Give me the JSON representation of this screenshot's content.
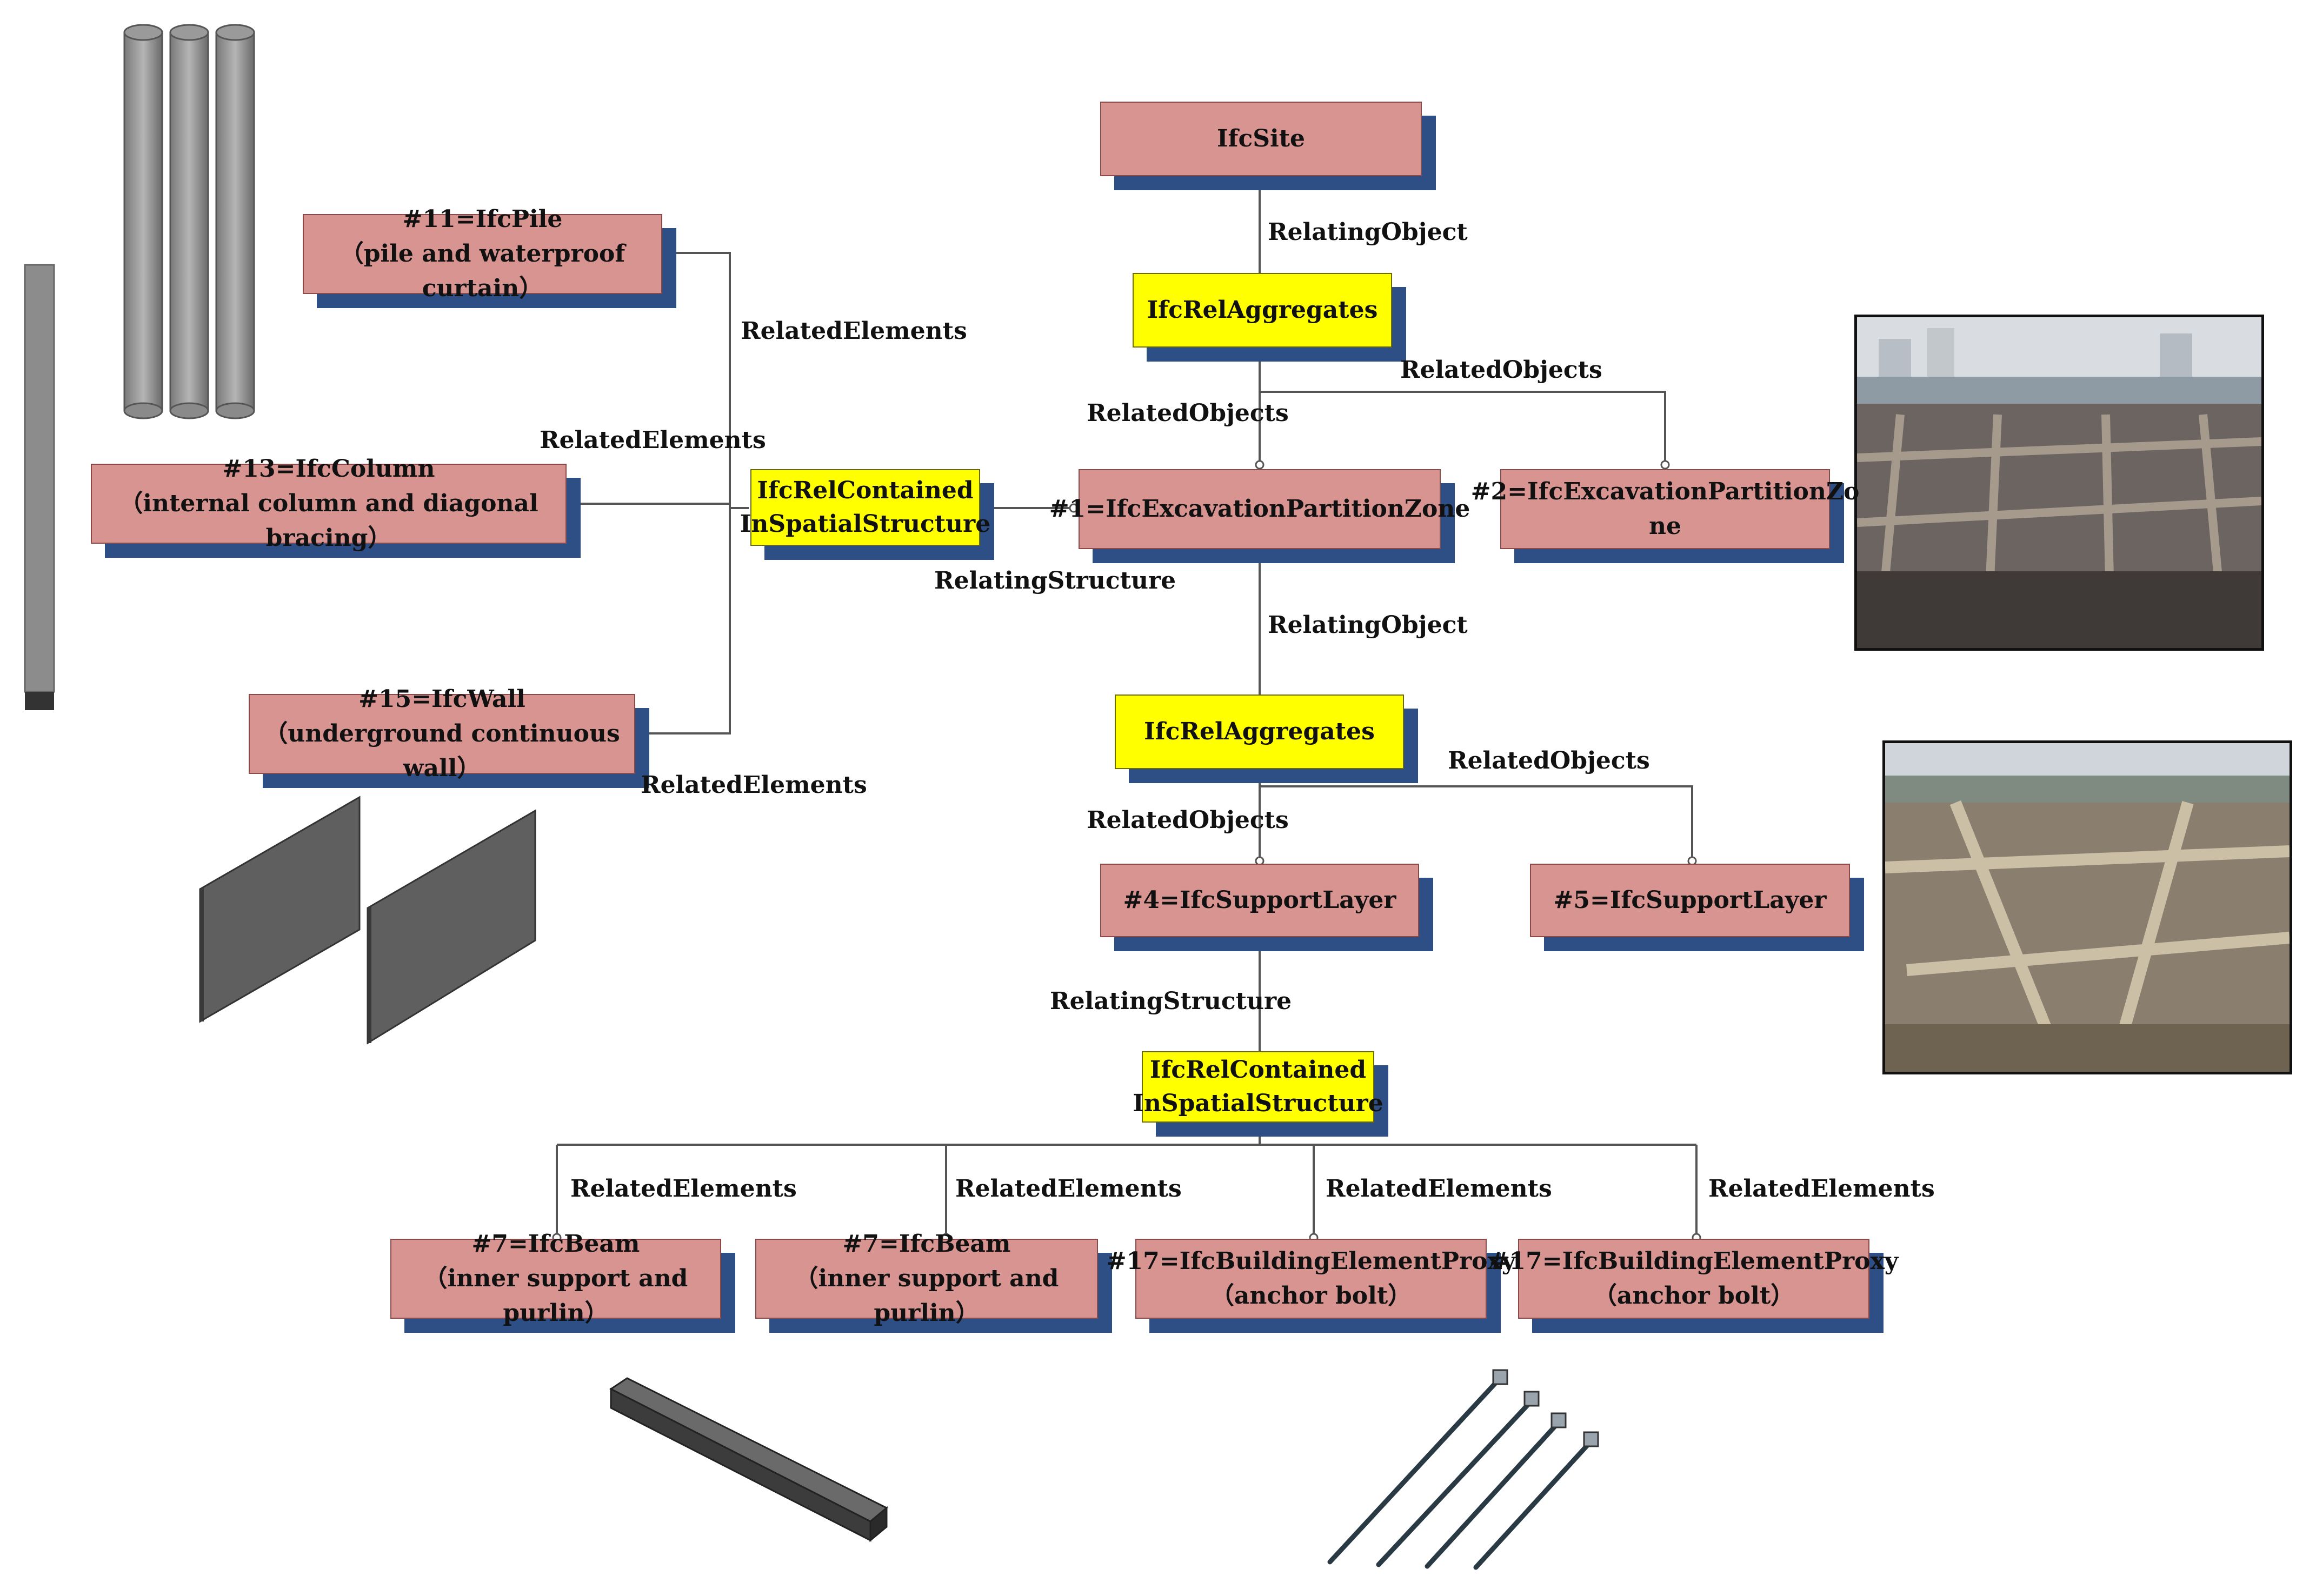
{
  "nodes": {
    "site": "IfcSite",
    "agg1": "IfcRelAggregates",
    "zone1": "#1=IfcExcavationPartitionZone",
    "zone2": [
      "#2=IfcExcavationPartitionZo",
      "ne"
    ],
    "relcont1": [
      "IfcRelContained",
      "InSpatialStructure"
    ],
    "pile": [
      "#11=IfcPile",
      "（pile and waterproof curtain）"
    ],
    "column": [
      "#13=IfcColumn",
      "（internal column and diagonal bracing）"
    ],
    "wall": [
      "#15=IfcWall",
      "（underground continuous wall）"
    ],
    "agg2": "IfcRelAggregates",
    "support4": "#4=IfcSupportLayer",
    "support5": "#5=IfcSupportLayer",
    "relcont2": [
      "IfcRelContained",
      "InSpatialStructure"
    ],
    "beam1": [
      "#7=IfcBeam",
      "（inner support and purlin）"
    ],
    "beam2": [
      "#7=IfcBeam",
      "（inner support and purlin）"
    ],
    "proxy1": [
      "#17=IfcBuildingElementProxy",
      "（anchor bolt）"
    ],
    "proxy2": [
      "#17=IfcBuildingElementProxy",
      "（anchor bolt）"
    ]
  },
  "edge_labels": {
    "relating_object_1": "RelatingObject",
    "related_objects_1a": "RelatedObjects",
    "related_objects_1b": "RelatedObjects",
    "related_elements_pile": "RelatedElements",
    "related_elements_column": "RelatedElements",
    "related_elements_wall": "RelatedElements",
    "relating_structure_1": "RelatingStructure",
    "relating_object_2": "RelatingObject",
    "related_objects_2a": "RelatedObjects",
    "related_objects_2b": "RelatedObjects",
    "relating_structure_2": "RelatingStructure",
    "related_elements_beam1": "RelatedElements",
    "related_elements_beam2": "RelatedElements",
    "related_elements_proxy1": "RelatedElements",
    "related_elements_proxy2": "RelatedElements"
  },
  "colors": {
    "entity_fill": "#d89490",
    "relationship_fill": "#ffff00",
    "shadow": "#2d4f86",
    "connector": "#555555"
  },
  "illustrations": [
    "pile-3d-model",
    "column-3d-model",
    "wall-3d-model",
    "beam-3d-model",
    "anchor-bolt-3d-model",
    "excavation-photo-1",
    "excavation-photo-2"
  ]
}
